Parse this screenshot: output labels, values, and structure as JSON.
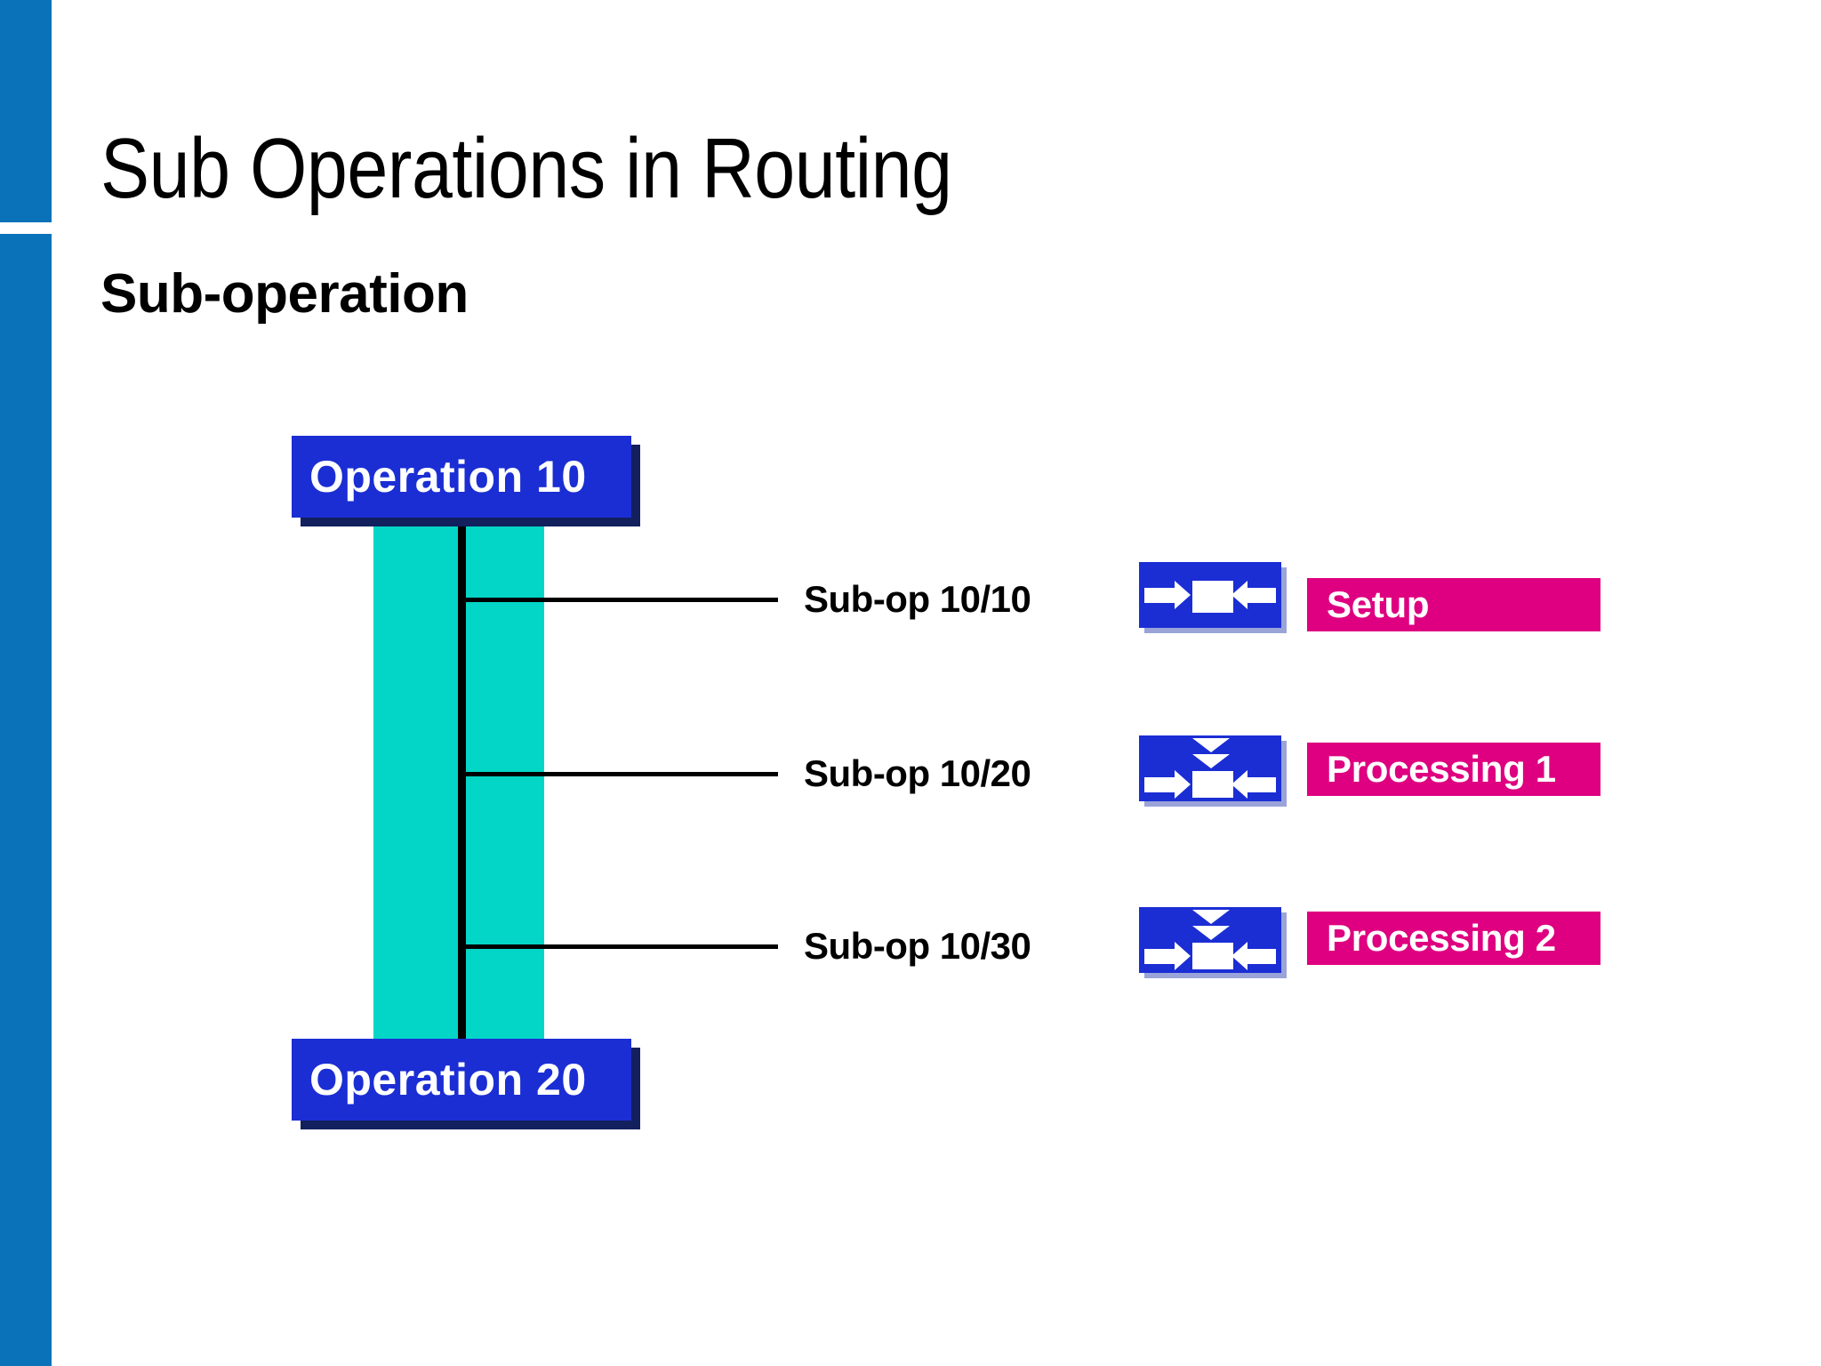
{
  "slide": {
    "title": "Sub Operations in Routing",
    "subtitle": "Sub-operation",
    "background_color": "#FFFFFF",
    "accent_bar_color": "#0A72B9"
  },
  "colors": {
    "operation_box": "#1B2ED4",
    "operation_box_shadow": "#12205E",
    "teal_column": "#03D6C6",
    "magenta_label": "#DE0080",
    "connector_line": "#000000"
  },
  "diagram": {
    "operation_start": {
      "label": "Operation 10",
      "name": "operation-10"
    },
    "operation_end": {
      "label": "Operation 20",
      "name": "operation-20"
    },
    "sub_operations": [
      {
        "label": "Sub-op 10/10",
        "icon": "setup-icon",
        "icon_parts": [
          "arrow-right",
          "workpiece-rectangle",
          "arrow-left"
        ],
        "category": "Setup"
      },
      {
        "label": "Sub-op 10/20",
        "icon": "processing-icon",
        "icon_parts": [
          "triangle-down",
          "triangle-down",
          "arrow-right",
          "workpiece-rectangle",
          "arrow-left"
        ],
        "category": "Processing 1"
      },
      {
        "label": "Sub-op 10/30",
        "icon": "processing-icon",
        "icon_parts": [
          "triangle-down",
          "triangle-down",
          "arrow-right",
          "workpiece-rectangle",
          "arrow-left"
        ],
        "category": "Processing 2"
      }
    ]
  }
}
